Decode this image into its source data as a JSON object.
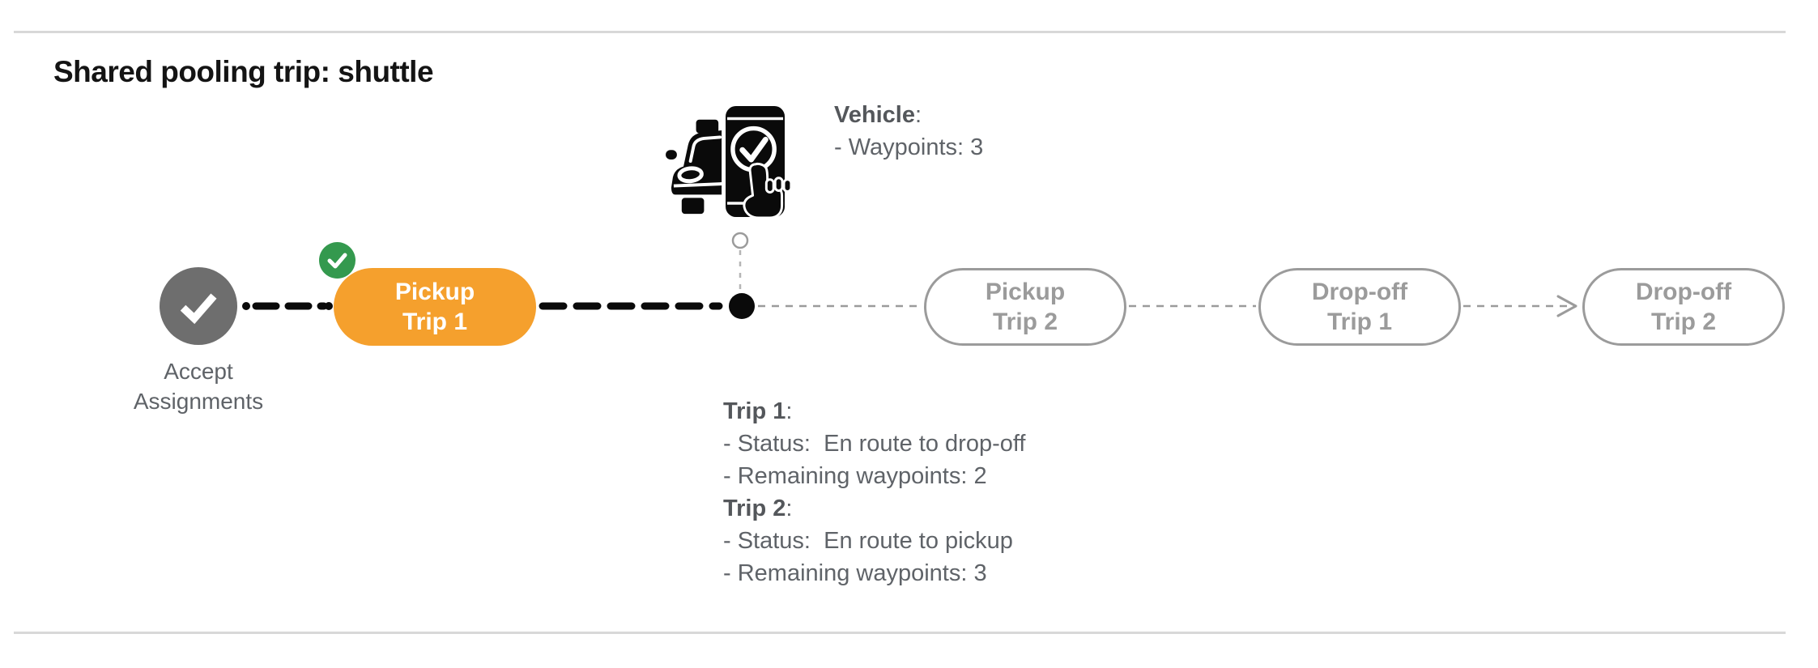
{
  "header": {
    "title": "Shared pooling trip: shuttle"
  },
  "nodes": {
    "accept": {
      "line1": "Accept",
      "line2": "Assignments"
    },
    "pickup_trip_1": {
      "line1": "Pickup",
      "line2": "Trip 1"
    },
    "pickup_trip_2": {
      "line1": "Pickup",
      "line2": "Trip 2"
    },
    "dropoff_trip_1": {
      "line1": "Drop-off",
      "line2": "Trip 1"
    },
    "dropoff_trip_2": {
      "line1": "Drop-off",
      "line2": "Trip 2"
    }
  },
  "vehicle_info": {
    "label": "Vehicle",
    "colon": ":",
    "waypoints_line": "- Waypoints: 3"
  },
  "trip_info": {
    "colon": ":",
    "trip1_label": "Trip 1",
    "trip1_status": "- Status:  En route to drop-off",
    "trip1_remaining": "- Remaining waypoints: 2",
    "trip2_label": "Trip 2",
    "trip2_status": "- Status:  En route to pickup",
    "trip2_remaining": "- Remaining waypoints: 3"
  },
  "icons": {
    "accept_check": "check-icon",
    "completed_badge": "check-badge-icon",
    "vehicle": "car-with-phone-check-icon",
    "current_position": "current-position-dot",
    "position_marker": "hollow-circle-marker",
    "arrow": "arrow-right-icon"
  },
  "colors": {
    "active_pill_orange": "#f5a02d",
    "completed_badge_green": "#34994e",
    "accept_circle_gray": "#6e6e6e",
    "upcoming_pill_gray": "#9b9b9b",
    "body_text_gray": "#5f6368",
    "title_black": "#141414",
    "connector_black": "#0a0a0a",
    "connector_gray": "#9b9b9b",
    "rule_gray": "#d8d8d8"
  }
}
